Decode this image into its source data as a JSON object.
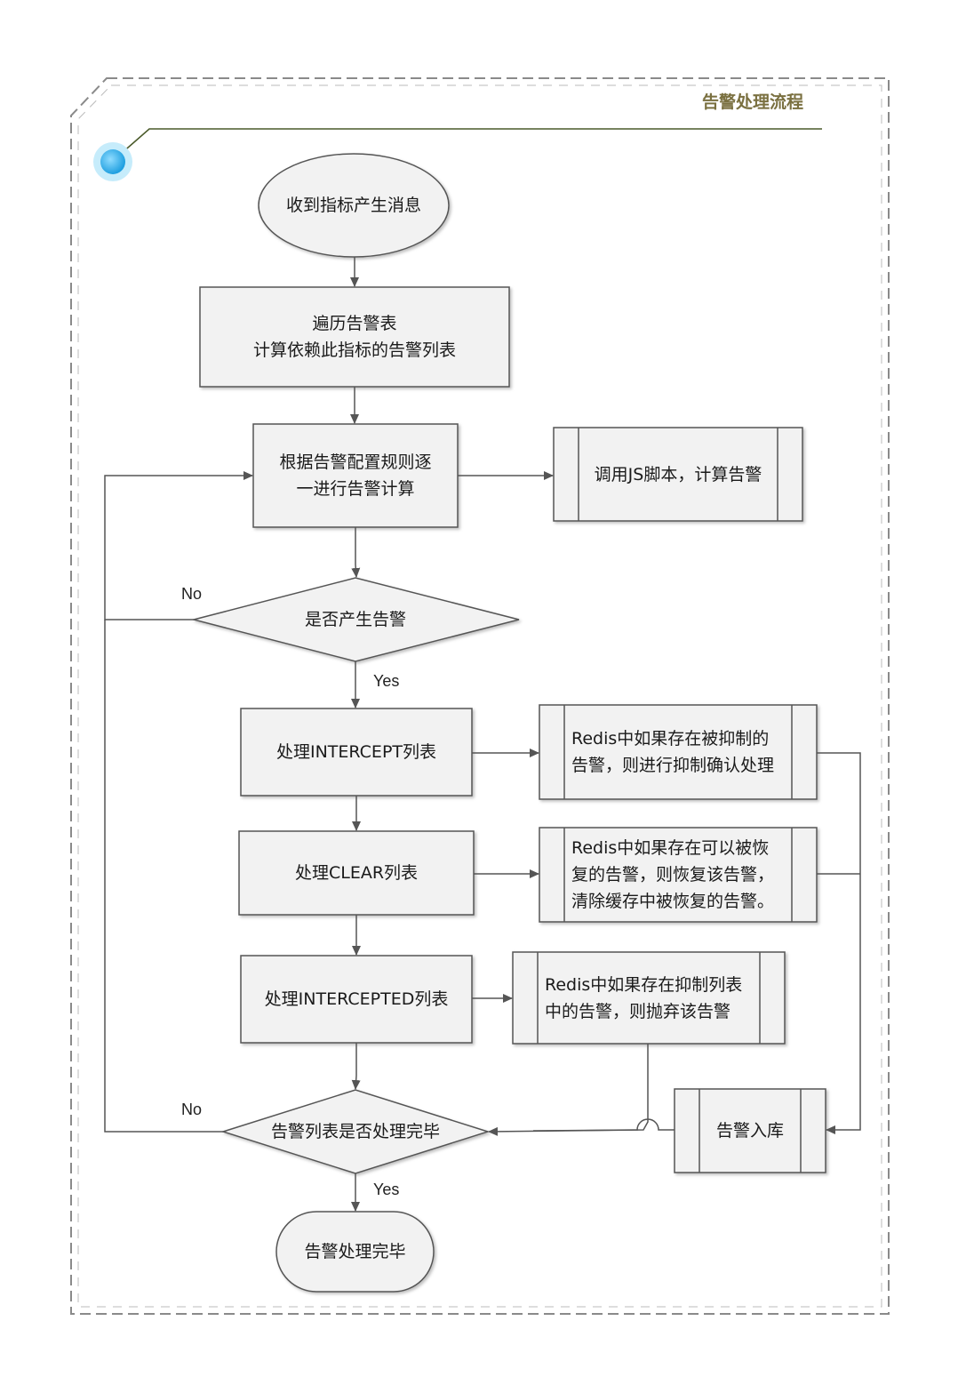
{
  "title": "告警处理流程",
  "colors": {
    "frame": "#8a8a8a",
    "title": "#7a7040",
    "title_line": "#4a5a2a",
    "node_fill": "#f2f2f2",
    "node_stroke": "#555555",
    "arrow": "#555555",
    "dot": "#3fb0e8"
  },
  "nodes": {
    "start": "收到指标产生消息",
    "traverse": "遍历告警表\n计算依赖此指标的告警列表",
    "compute": "根据告警配置规则逐\n一进行告警计算",
    "js": "调用JS脚本，计算告警",
    "decision_alarm": "是否产生告警",
    "intercept": "处理INTERCEPT列表",
    "intercept_redis": "Redis中如果存在被抑制的\n告警，则进行抑制确认处理",
    "clear": "处理CLEAR列表",
    "clear_redis": "Redis中如果存在可以被恢\n复的告警，则恢复该告警，\n清除缓存中被恢复的告警。",
    "intercepted": "处理INTERCEPTED列表",
    "intercepted_redis": "Redis中如果存在抑制列表\n中的告警，则抛弃该告警",
    "decision_done": "告警列表是否处理完毕",
    "store": "告警入库",
    "end": "告警处理完毕"
  },
  "edges": {
    "no1": "No",
    "yes1": "Yes",
    "no2": "No",
    "yes2": "Yes"
  }
}
